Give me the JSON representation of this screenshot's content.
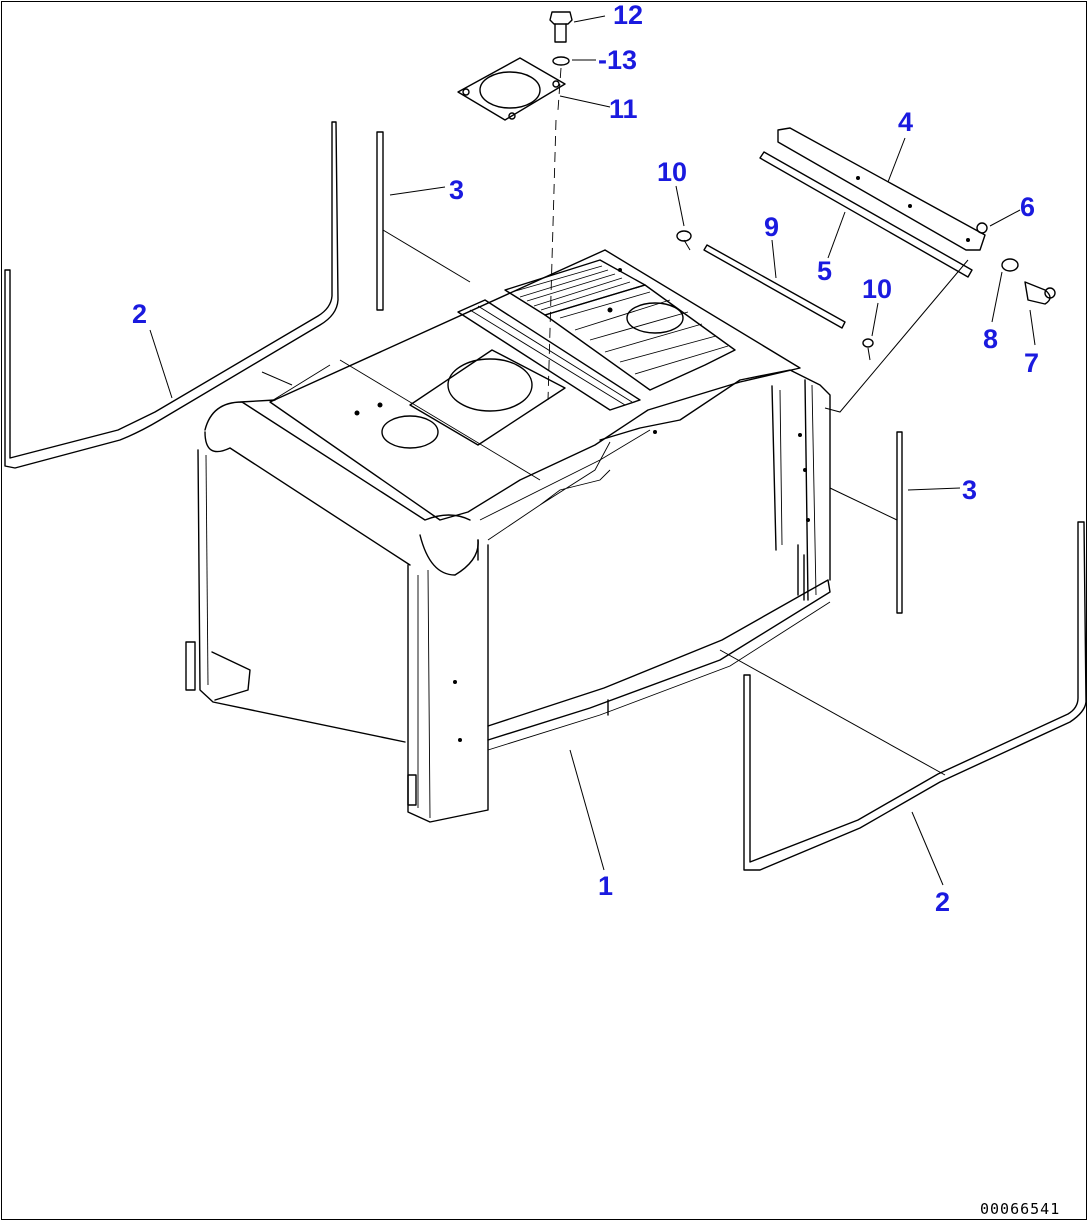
{
  "diagram": {
    "callouts": [
      {
        "id": "c12",
        "text": "12"
      },
      {
        "id": "c13",
        "text": "-13"
      },
      {
        "id": "c11",
        "text": "11"
      },
      {
        "id": "c4",
        "text": "4"
      },
      {
        "id": "c10a",
        "text": "10"
      },
      {
        "id": "c6",
        "text": "6"
      },
      {
        "id": "c3a",
        "text": "3"
      },
      {
        "id": "c9",
        "text": "9"
      },
      {
        "id": "c5",
        "text": "5"
      },
      {
        "id": "c10b",
        "text": "10"
      },
      {
        "id": "c2a",
        "text": "2"
      },
      {
        "id": "c8",
        "text": "8"
      },
      {
        "id": "c7",
        "text": "7"
      },
      {
        "id": "c3b",
        "text": "3"
      },
      {
        "id": "c1",
        "text": "1"
      },
      {
        "id": "c2b",
        "text": "2"
      }
    ],
    "drawing_number": "00066541",
    "callout_color": "#1a1adf"
  }
}
